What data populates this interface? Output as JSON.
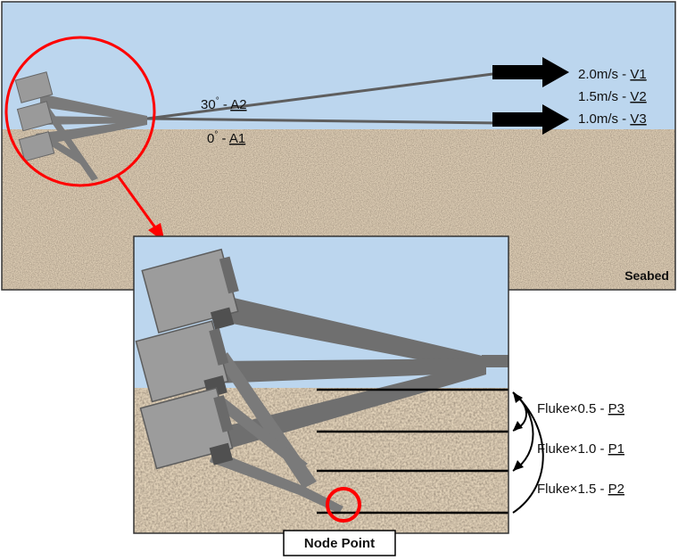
{
  "top_panel": {
    "angle_high": {
      "value": "30",
      "degree": "°",
      "sep": " - ",
      "code": "A2"
    },
    "angle_low": {
      "value": "0",
      "degree": "°",
      "sep": " - ",
      "code": "A1"
    },
    "velocities": [
      {
        "value": "2.0m/s",
        "sep": " - ",
        "code": "V1"
      },
      {
        "value": "1.5m/s",
        "sep": " - ",
        "code": "V2"
      },
      {
        "value": "1.0m/s",
        "sep": " - ",
        "code": "V3"
      }
    ],
    "seabed_label": "Seabed"
  },
  "zoom_panel": {
    "penetrations": [
      {
        "label": "Fluke×0.5",
        "sep": " - ",
        "code": "P3"
      },
      {
        "label": "Fluke×1.0",
        "sep": " - ",
        "code": "P1"
      },
      {
        "label": "Fluke×1.5",
        "sep": " - ",
        "code": "P2"
      }
    ],
    "node_label": "Node Point"
  },
  "colors": {
    "water": "#bcd6ee",
    "sediment": "#a8917c",
    "highlight": "#ff0000",
    "anchor_body": "#8a8a8a",
    "mooring_line": "#6f6f6f"
  }
}
